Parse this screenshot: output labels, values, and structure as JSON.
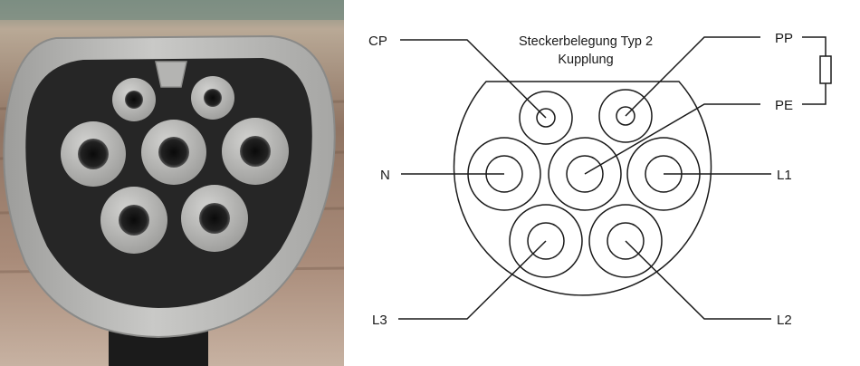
{
  "diagram": {
    "title_line1": "Steckerbelegung Typ 2",
    "title_line2": "Kupplung",
    "labels": {
      "cp": "CP",
      "pp": "PP",
      "pe": "PE",
      "n": "N",
      "l1": "L1",
      "l2": "L2",
      "l3": "L3"
    }
  },
  "colors": {
    "photo_housing": "#b9b9b7",
    "photo_cavity": "#2a2a2a",
    "diagram_ink": "#1a1a1a"
  }
}
